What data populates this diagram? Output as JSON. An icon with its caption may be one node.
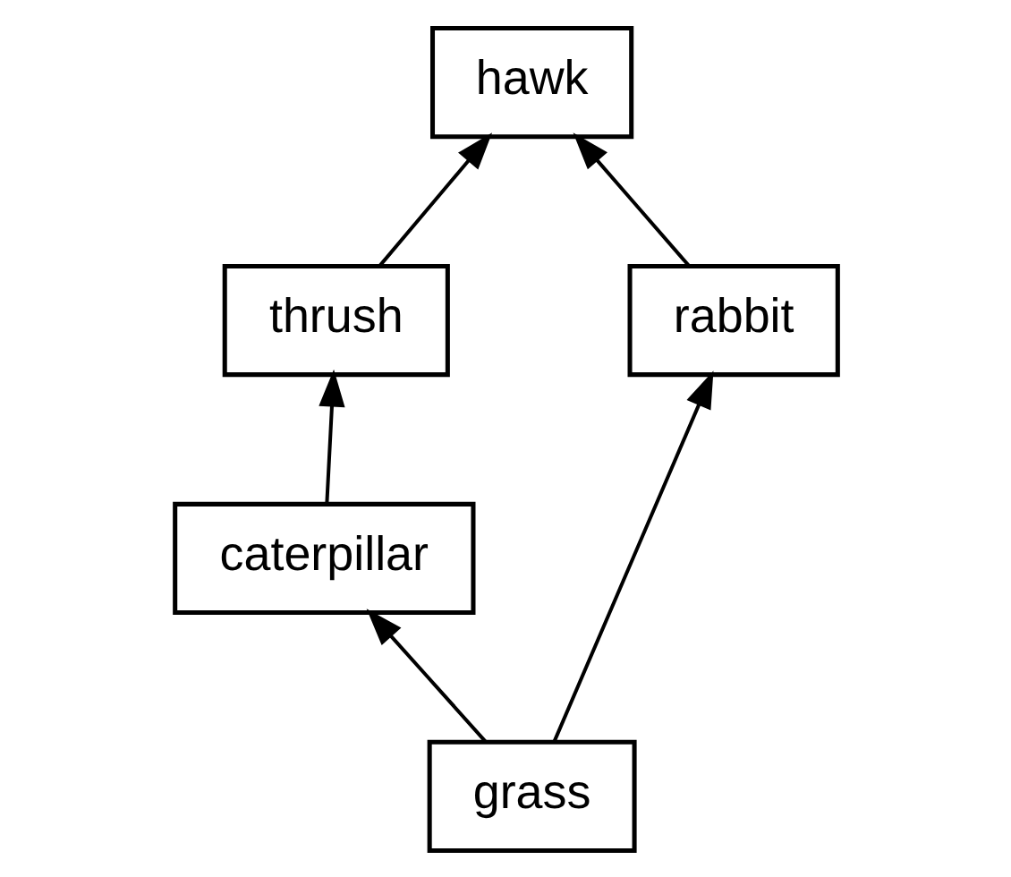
{
  "diagram": {
    "nodes": [
      {
        "text": [
          "hawk"
        ]
      },
      {
        "text": [
          "thrush"
        ]
      },
      {
        "text": [
          "caterpillar"
        ]
      },
      {
        "text": [
          "rabbit"
        ]
      },
      {
        "text": [
          "grass"
        ]
      }
    ],
    "edges": [
      {
        "from": 4,
        "to": 2,
        "arrow": "to"
      },
      {
        "from": 4,
        "to": 3,
        "arrow": "to"
      },
      {
        "from": 2,
        "to": 1,
        "arrow": "to"
      },
      {
        "from": 1,
        "to": 0,
        "arrow": "to"
      },
      {
        "from": 3,
        "to": 0,
        "arrow": "to"
      }
    ]
  }
}
